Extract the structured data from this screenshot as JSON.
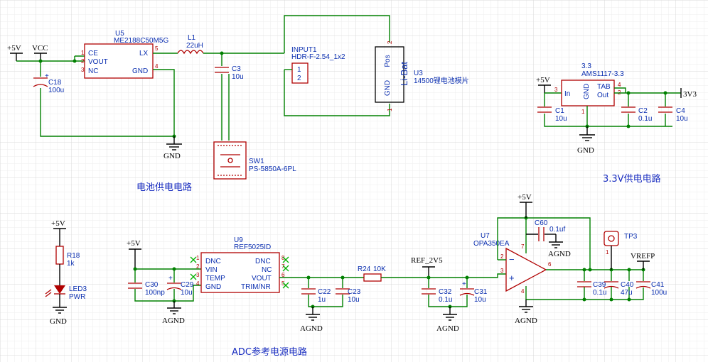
{
  "sections": {
    "battery": "电池供电电路",
    "v33": "3.3V供电电路",
    "adc": "ADC参考电源电路"
  },
  "nets": {
    "p5v": "+5V",
    "vcc": "VCC",
    "gnd": "GND",
    "agnd": "AGND",
    "v3v3": "3V3",
    "ref2v5": "REF_2V5",
    "vrefp": "VREFP"
  },
  "components": {
    "u5": {
      "ref": "U5",
      "part": "ME2188C50M5G",
      "pins": {
        "ce": "CE",
        "vout": "VOUT",
        "nc": "NC",
        "lx": "LX",
        "gnd": "GND"
      },
      "pin_numbers": {
        "ce": "1",
        "vout": "2",
        "nc": "3",
        "lx": "5",
        "gnd": "4"
      }
    },
    "l1": {
      "ref": "L1",
      "value": "22uH"
    },
    "c3": {
      "ref": "C3",
      "value": "10u"
    },
    "c18": {
      "ref": "C18",
      "value": "100u"
    },
    "input1": {
      "ref": "INPUT1",
      "part": "HDR-F-2.54_1x2",
      "pins": [
        "1",
        "2"
      ]
    },
    "u3": {
      "ref": "U3",
      "part": "14500锂电池模片",
      "body": "Li-Bat",
      "pos": "Pos",
      "gnd": "GND",
      "pins": [
        "2",
        "1"
      ]
    },
    "sw1": {
      "ref": "SW1",
      "part": "PS-5850A-6PL"
    },
    "u33": {
      "ref": "3.3",
      "part": "AMS1117-3.3",
      "pins": {
        "in": "In",
        "gnd": "GND",
        "tab": "TAB",
        "out": "Out"
      },
      "pin_numbers": {
        "in": "3",
        "gnd": "1",
        "tab": "4",
        "out": "2"
      }
    },
    "c1": {
      "ref": "C1",
      "value": "10u"
    },
    "c2": {
      "ref": "C2",
      "value": "0.1u"
    },
    "c4": {
      "ref": "C4",
      "value": "10u"
    },
    "r18": {
      "ref": "R18",
      "value": "1k"
    },
    "led3": {
      "ref": "LED3",
      "value": "PWR"
    },
    "c30": {
      "ref": "C30",
      "value": "100np"
    },
    "c29": {
      "ref": "C29",
      "value": "10u"
    },
    "u9": {
      "ref": "U9",
      "part": "REF5025ID",
      "pins": {
        "dnc_l": "DNC",
        "vin": "VIN",
        "temp": "TEMP",
        "gnd": "GND",
        "dnc_r": "DNC",
        "nc": "NC",
        "vout": "VOUT",
        "trim": "TRIM/NR"
      },
      "pin_numbers": {
        "dnc_l": "1",
        "vin": "2",
        "temp": "3",
        "gnd": "4",
        "dnc_r": "8",
        "nc": "7",
        "vout": "6",
        "trim": "5"
      }
    },
    "c22": {
      "ref": "C22",
      "value": "1u"
    },
    "c23": {
      "ref": "C23",
      "value": "10u"
    },
    "r24": {
      "ref": "R24",
      "value": "10K"
    },
    "c32": {
      "ref": "C32",
      "value": "0.1u"
    },
    "c31": {
      "ref": "C31",
      "value": "10u"
    },
    "u7": {
      "ref": "U7",
      "part": "OPA350EA",
      "pin_numbers": {
        "inv": "2",
        "noninv": "3",
        "out": "6",
        "vplus": "7",
        "vminus": "4"
      }
    },
    "c60": {
      "ref": "C60",
      "value": "0.1uf"
    },
    "tp3": {
      "ref": "TP3",
      "pin": "1"
    },
    "c39": {
      "ref": "C39",
      "value": "0.1u"
    },
    "c40": {
      "ref": "C40",
      "value": "47u"
    },
    "c41": {
      "ref": "C41",
      "value": "100u"
    }
  }
}
